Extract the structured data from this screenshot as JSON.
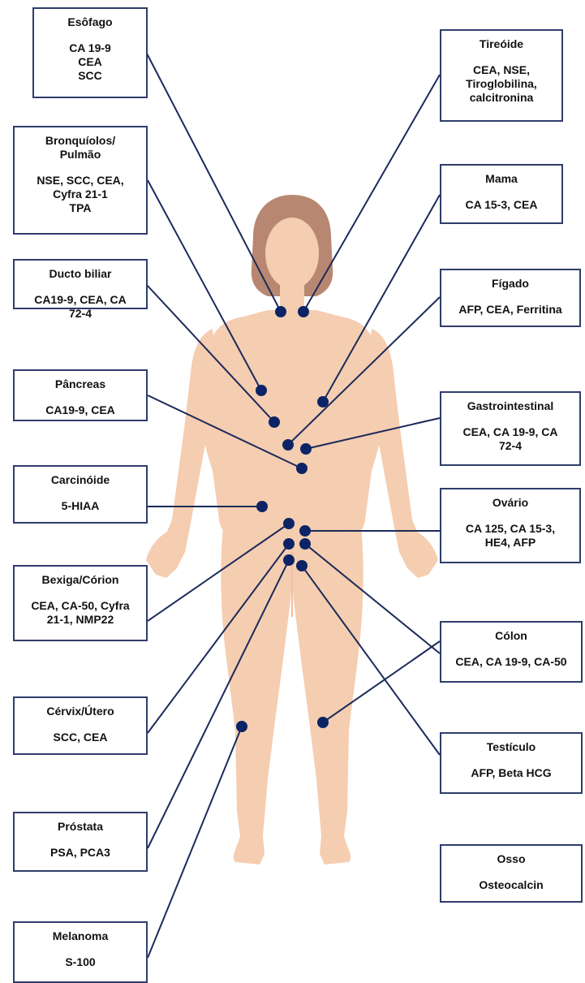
{
  "colors": {
    "skin": "#f5cdb1",
    "skin_shadow": "#efc0a3",
    "hair": "#b88772",
    "line": "#1b2a5a",
    "dot": "#0c2466",
    "box_border": "#2f3d6b"
  },
  "boxes": [
    {
      "id": "esofago",
      "title": "Esôfago",
      "markers": "CA 19-9\nCEA\nSCC"
    },
    {
      "id": "tireoide",
      "title": "Tireóide",
      "markers": "CEA, NSE,\nTiroglobilina,\ncalcitronina"
    },
    {
      "id": "bronquiolos",
      "title": "Bronquíolos/\nPulmão",
      "markers": "NSE, SCC, CEA,\nCyfra 21-1\nTPA"
    },
    {
      "id": "mama",
      "title": "Mama",
      "markers": "CA 15-3, CEA"
    },
    {
      "id": "ducto",
      "title": "Ducto biliar",
      "markers": "CA19-9, CEA, CA\n72-4"
    },
    {
      "id": "figado",
      "title": "Fígado",
      "markers": "AFP, CEA, Ferritina"
    },
    {
      "id": "pancreas",
      "title": "Pâncreas",
      "markers": "CA19-9, CEA"
    },
    {
      "id": "gastro",
      "title": "Gastrointestinal",
      "markers": "CEA, CA 19-9, CA\n72-4"
    },
    {
      "id": "carcinoide",
      "title": "Carcinóide",
      "markers": "5-HIAA"
    },
    {
      "id": "ovario",
      "title": "Ovário",
      "markers": "CA 125, CA 15-3,\nHE4, AFP"
    },
    {
      "id": "bexiga",
      "title": "Bexiga/Córion",
      "markers": "CEA, CA-50, Cyfra\n21-1, NMP22"
    },
    {
      "id": "colon",
      "title": "Cólon",
      "markers": "CEA, CA 19-9, CA-50"
    },
    {
      "id": "cervix",
      "title": "Cérvix/Útero",
      "markers": "SCC, CEA"
    },
    {
      "id": "testiculo",
      "title": "Testículo",
      "markers": "AFP, Beta HCG"
    },
    {
      "id": "prostata",
      "title": "Próstata",
      "markers": "PSA, PCA3"
    },
    {
      "id": "osso",
      "title": "Osso",
      "markers": "Osteocalcin"
    },
    {
      "id": "melanoma",
      "title": "Melanoma",
      "markers": "S-100"
    }
  ]
}
